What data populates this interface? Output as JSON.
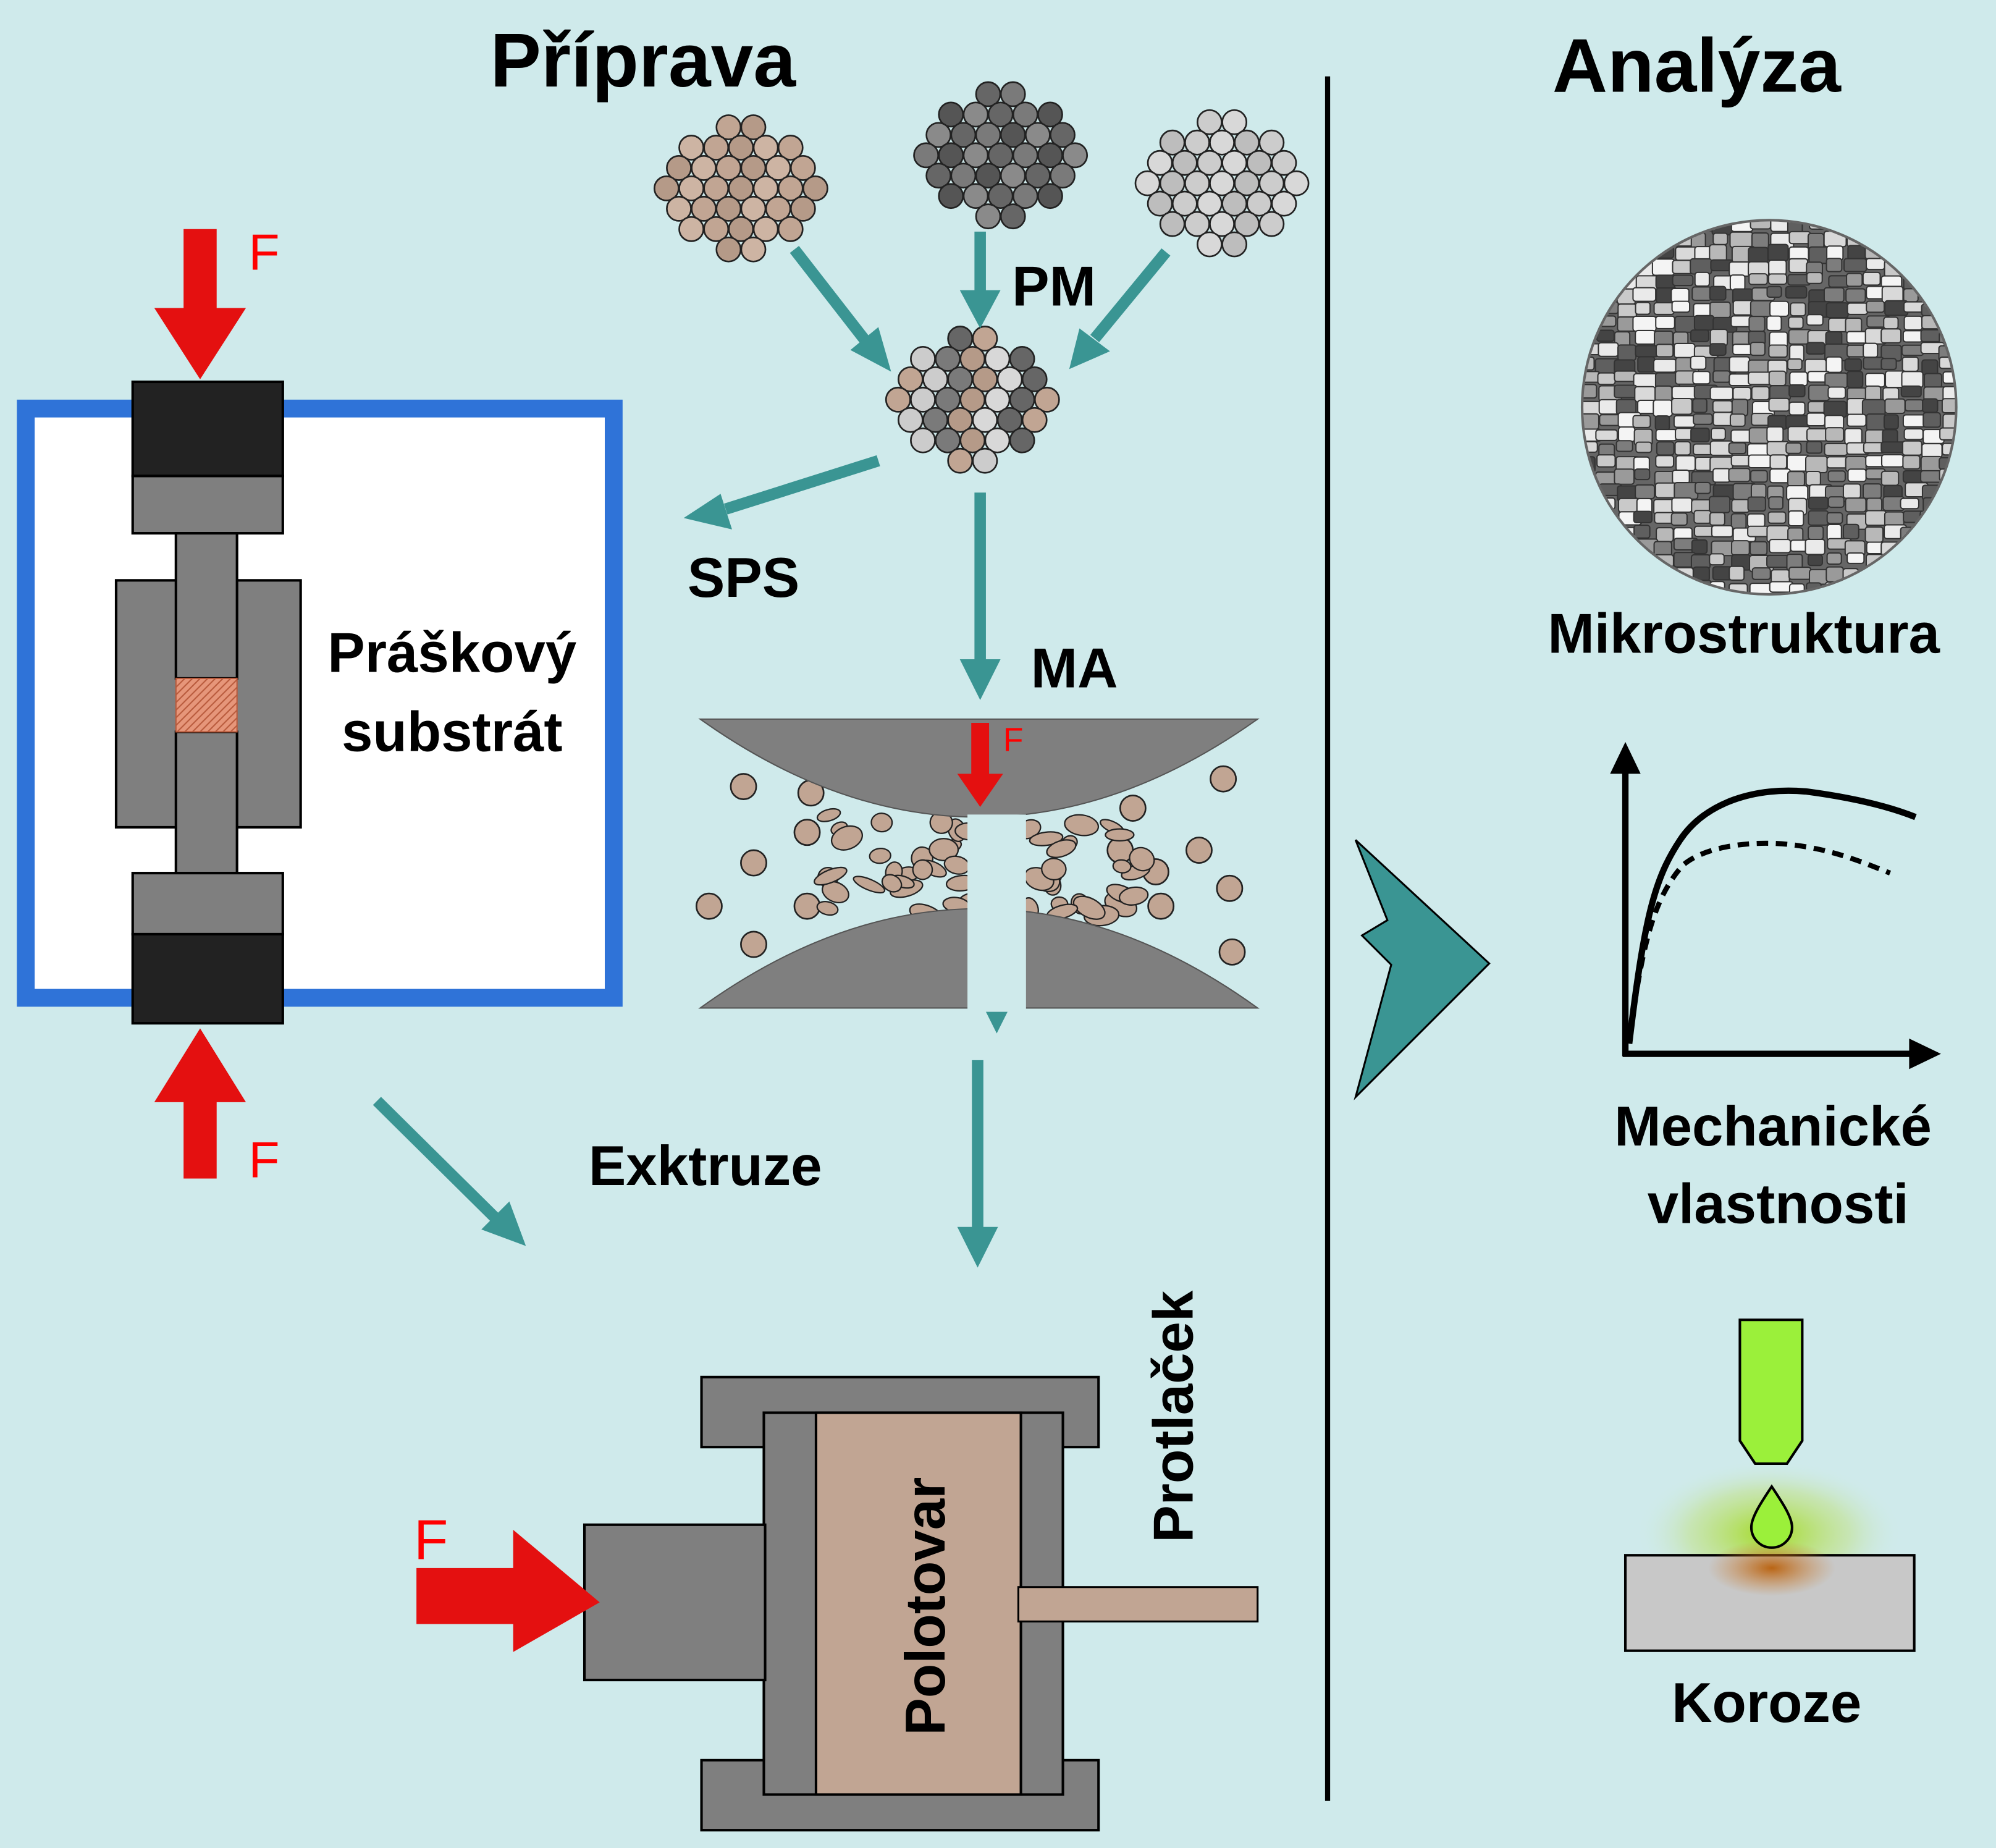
{
  "titles": {
    "preparation": "Příprava",
    "analysis": "Analýza"
  },
  "labels": {
    "pm": "PM",
    "sps": "SPS",
    "ma": "MA",
    "extrusion": "Exktruze",
    "powder_substrate_1": "Práškový",
    "powder_substrate_2": "substrát",
    "billet": "Polotovar",
    "extrudate": "Protlaček",
    "microstructure": "Mikrostruktura",
    "mechanical_1": "Mechanické",
    "mechanical_2": "vlastnosti",
    "corrosion": "Koroze"
  },
  "force_label": "F",
  "colors": {
    "background": "#cfeaeb",
    "process_arrow": "#3a9593",
    "force_arrow": "#e41010",
    "sps_chamber_border": "#2f73d8",
    "tool_gray": "#7f7f7f",
    "billet": "#c1a593",
    "particle_tan": "#c1a593",
    "particle_dark": "#666666",
    "particle_light": "#cccccc",
    "pipette_green": "#9bf03a"
  },
  "icons": [
    "pipette-icon",
    "droplet-icon"
  ]
}
